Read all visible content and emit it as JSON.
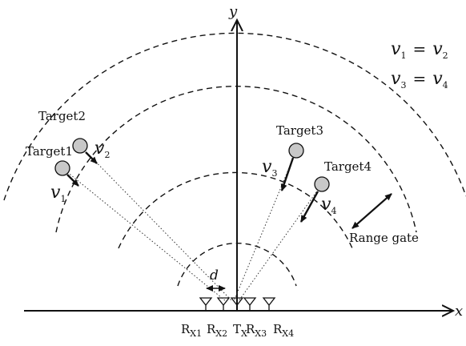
{
  "axes": {
    "x_label": "x",
    "y_label": "y"
  },
  "equations": [
    {
      "lhs": "v",
      "lhs_sub": "1",
      "op": "=",
      "rhs": "v",
      "rhs_sub": "2"
    },
    {
      "lhs": "v",
      "lhs_sub": "3",
      "op": "=",
      "rhs": "v",
      "rhs_sub": "4"
    }
  ],
  "targets": [
    {
      "label": "Target1",
      "velocity": "v",
      "velocity_sub": "1"
    },
    {
      "label": "Target2",
      "velocity": "v",
      "velocity_sub": "2"
    },
    {
      "label": "Target3",
      "velocity": "v",
      "velocity_sub": "3"
    },
    {
      "label": "Target4",
      "velocity": "v",
      "velocity_sub": "4"
    }
  ],
  "range_gate_label": "Range gate",
  "spacing_label": "d",
  "antennas": [
    {
      "main": "R",
      "sub": "X1"
    },
    {
      "main": "R",
      "sub": "X2"
    },
    {
      "main": "T",
      "sub": "X"
    },
    {
      "main": "R",
      "sub": "X3"
    },
    {
      "main": "R",
      "sub": "X4"
    }
  ]
}
